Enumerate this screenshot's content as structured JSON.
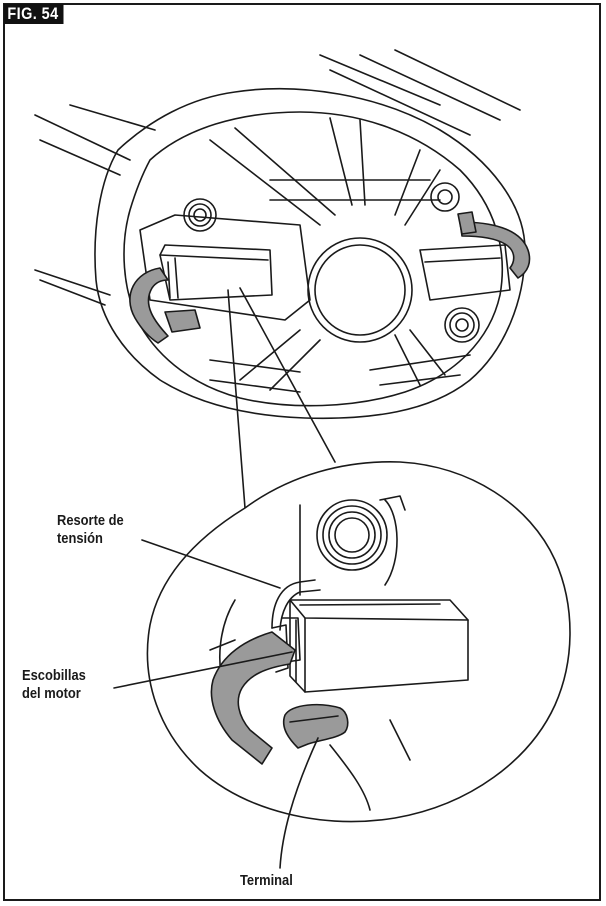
{
  "figure": {
    "label": "FIG. 54"
  },
  "callouts": {
    "spring": {
      "line1": "Resorte de",
      "line2": "tensión"
    },
    "brushes": {
      "line1": "Escobillas",
      "line2": "del motor"
    },
    "terminal": {
      "text": "Terminal"
    }
  },
  "colors": {
    "line": "#1a1a1a",
    "highlight": "#9a9a9a",
    "background": "#ffffff"
  }
}
